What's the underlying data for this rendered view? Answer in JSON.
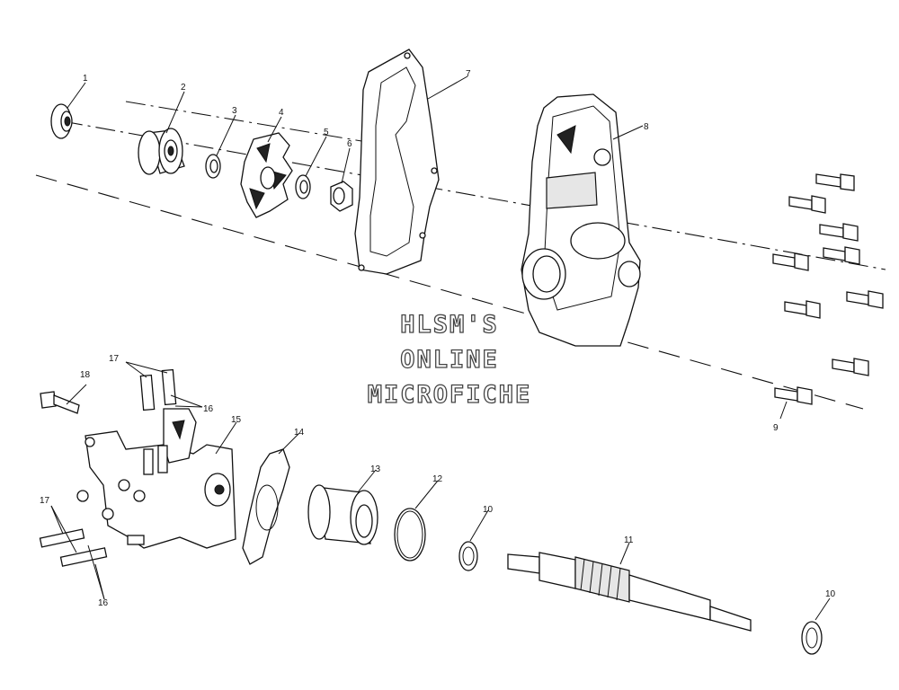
{
  "watermark": {
    "line1": "HLSM'S",
    "line2": "ONLINE",
    "line3": "MICROFICHE"
  },
  "callouts": [
    "1",
    "2",
    "3",
    "4",
    "5",
    "6",
    "7",
    "8",
    "9",
    "10",
    "10",
    "11",
    "12",
    "13",
    "14",
    "15",
    "16",
    "16",
    "17",
    "17",
    "18"
  ]
}
